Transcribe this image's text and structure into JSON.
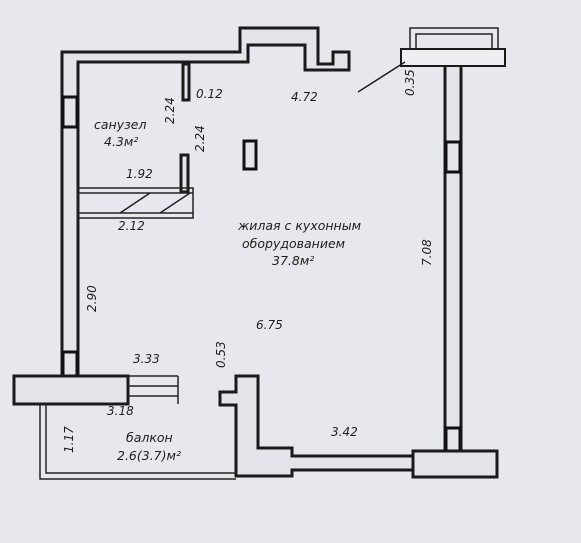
{
  "rooms": {
    "bathroom": {
      "name": "санузел",
      "area": "4.3м²"
    },
    "living": {
      "name_line1": "жилая с кухонным",
      "name_line2": "оборудованием",
      "area": "37.8м²"
    },
    "balcony": {
      "name": "балкон",
      "area": "2.6(3.7)м²"
    }
  },
  "dimensions": {
    "top_width": "4.72",
    "right_height": "7.08",
    "corner_offset": "0.35",
    "bath_gap": "0.12",
    "bath_wall_1": "2.24",
    "bath_wall_2": "2.24",
    "bath_width": "1.92",
    "bath_lower_width": "2.12",
    "left_height": "2.90",
    "middle_width": "6.75",
    "step_offset": "0.53",
    "balcony_top": "3.33",
    "balcony_inner": "3.18",
    "balcony_depth": "1.17",
    "bottom_right": "3.42"
  }
}
